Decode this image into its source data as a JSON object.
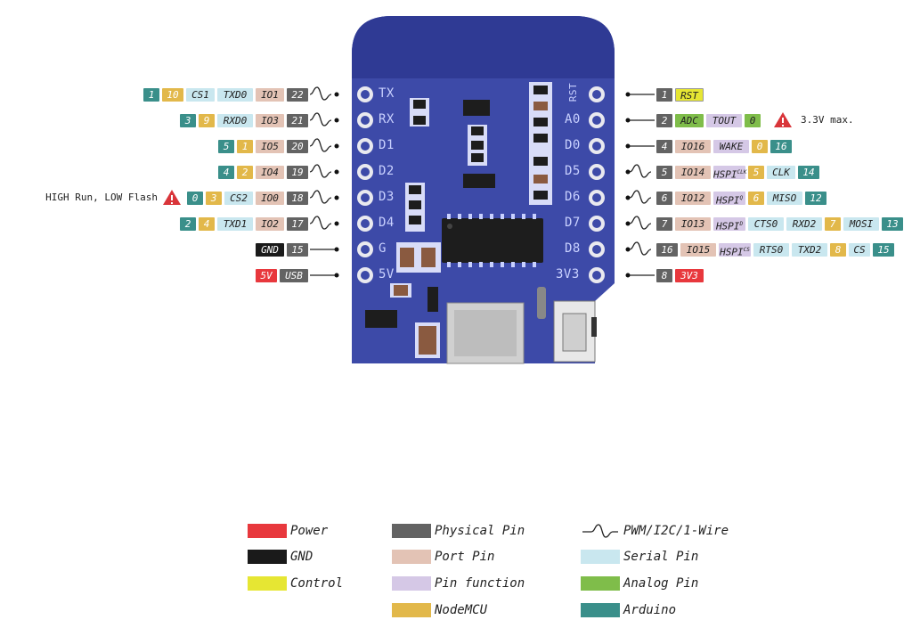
{
  "colors": {
    "power": "#e8383d",
    "gnd": "#1a1a1a",
    "control": "#e6e633",
    "physical": "#636363",
    "port": "#e3c3b5",
    "function": "#d5c8e6",
    "nodemcu": "#e2b84a",
    "serial": "#c9e7ef",
    "analog": "#7fbd4a",
    "arduino": "#3a8f8a",
    "board": "#3d4aa8",
    "board_dark": "#2d378a"
  },
  "left_rows": [
    {
      "pin_label": "TX",
      "squiggle": true,
      "tags": [
        [
          "arduino",
          "1"
        ],
        [
          "nodemcu",
          "10"
        ],
        [
          "serial",
          "CS1"
        ],
        [
          "serial",
          "TXD0"
        ],
        [
          "port",
          "IO1"
        ],
        [
          "physical",
          "22"
        ]
      ]
    },
    {
      "pin_label": "RX",
      "squiggle": true,
      "tags": [
        [
          "arduino",
          "3"
        ],
        [
          "nodemcu",
          "9"
        ],
        [
          "serial",
          "RXD0"
        ],
        [
          "port",
          "IO3"
        ],
        [
          "physical",
          "21"
        ]
      ]
    },
    {
      "pin_label": "D1",
      "squiggle": true,
      "tags": [
        [
          "arduino",
          "5"
        ],
        [
          "nodemcu",
          "1"
        ],
        [
          "port",
          "IO5"
        ],
        [
          "physical",
          "20"
        ]
      ]
    },
    {
      "pin_label": "D2",
      "squiggle": true,
      "tags": [
        [
          "arduino",
          "4"
        ],
        [
          "nodemcu",
          "2"
        ],
        [
          "port",
          "IO4"
        ],
        [
          "physical",
          "19"
        ]
      ]
    },
    {
      "pin_label": "D3",
      "squiggle": true,
      "tags": [
        [
          "arduino",
          "0"
        ],
        [
          "nodemcu",
          "3"
        ],
        [
          "serial",
          "CS2"
        ],
        [
          "port",
          "IO0"
        ],
        [
          "physical",
          "18"
        ]
      ]
    },
    {
      "pin_label": "D4",
      "squiggle": true,
      "tags": [
        [
          "arduino",
          "2"
        ],
        [
          "nodemcu",
          "4"
        ],
        [
          "serial",
          "TXD1"
        ],
        [
          "port",
          "IO2"
        ],
        [
          "physical",
          "17"
        ]
      ]
    },
    {
      "pin_label": "G",
      "squiggle": false,
      "tags": [
        [
          "gnd",
          "GND"
        ],
        [
          "physical",
          "15"
        ]
      ]
    },
    {
      "pin_label": "5V",
      "squiggle": false,
      "tags": [
        [
          "power",
          "5V"
        ],
        [
          "physical",
          "USB"
        ]
      ]
    }
  ],
  "right_rows": [
    {
      "pin_label": "RST",
      "squiggle": false,
      "tags": [
        [
          "physical",
          "1"
        ],
        [
          "control",
          "RST"
        ]
      ]
    },
    {
      "pin_label": "A0",
      "squiggle": false,
      "tags": [
        [
          "physical",
          "2"
        ],
        [
          "analog",
          "ADC"
        ],
        [
          "function",
          "TOUT"
        ],
        [
          "analog",
          "0"
        ]
      ]
    },
    {
      "pin_label": "D0",
      "squiggle": false,
      "tags": [
        [
          "physical",
          "4"
        ],
        [
          "port",
          "IO16"
        ],
        [
          "function",
          "WAKE"
        ],
        [
          "nodemcu",
          "0"
        ],
        [
          "arduino",
          "16"
        ]
      ]
    },
    {
      "pin_label": "D5",
      "squiggle": true,
      "tags": [
        [
          "physical",
          "5"
        ],
        [
          "port",
          "IO14"
        ],
        [
          "function",
          "HSPI^CLK"
        ],
        [
          "nodemcu",
          "5"
        ],
        [
          "serial",
          "CLK"
        ],
        [
          "arduino",
          "14"
        ]
      ]
    },
    {
      "pin_label": "D6",
      "squiggle": true,
      "tags": [
        [
          "physical",
          "6"
        ],
        [
          "port",
          "IO12"
        ],
        [
          "function",
          "HSPI^Q"
        ],
        [
          "nodemcu",
          "6"
        ],
        [
          "serial",
          "MISO"
        ],
        [
          "arduino",
          "12"
        ]
      ]
    },
    {
      "pin_label": "D7",
      "squiggle": true,
      "tags": [
        [
          "physical",
          "7"
        ],
        [
          "port",
          "IO13"
        ],
        [
          "function",
          "HSPI^D"
        ],
        [
          "serial",
          "CTS0"
        ],
        [
          "serial",
          "RXD2"
        ],
        [
          "nodemcu",
          "7"
        ],
        [
          "serial",
          "MOSI"
        ],
        [
          "arduino",
          "13"
        ]
      ]
    },
    {
      "pin_label": "D8",
      "squiggle": true,
      "tags": [
        [
          "physical",
          "16"
        ],
        [
          "port",
          "IO15"
        ],
        [
          "function",
          "HSPI^CS"
        ],
        [
          "serial",
          "RTS0"
        ],
        [
          "serial",
          "TXD2"
        ],
        [
          "nodemcu",
          "8"
        ],
        [
          "serial",
          "CS"
        ],
        [
          "arduino",
          "15"
        ]
      ]
    },
    {
      "pin_label": "3V3",
      "squiggle": false,
      "tags": [
        [
          "physical",
          "8"
        ],
        [
          "power",
          "3V3"
        ]
      ]
    }
  ],
  "notes": {
    "left": "HIGH Run, LOW Flash",
    "right": "3.3V max."
  },
  "legend": [
    {
      "color": "power",
      "label": "Power"
    },
    {
      "color": "gnd",
      "label": "GND"
    },
    {
      "color": "control",
      "label": "Control"
    },
    {
      "color": "physical",
      "label": "Physical Pin"
    },
    {
      "color": "port",
      "label": "Port Pin"
    },
    {
      "color": "function",
      "label": "Pin function"
    },
    {
      "color": "nodemcu",
      "label": "NodeMCU"
    },
    {
      "color": "squiggle",
      "label": "PWM/I2C/1-Wire"
    },
    {
      "color": "serial",
      "label": "Serial Pin"
    },
    {
      "color": "analog",
      "label": "Analog Pin"
    },
    {
      "color": "arduino",
      "label": "Arduino"
    }
  ]
}
